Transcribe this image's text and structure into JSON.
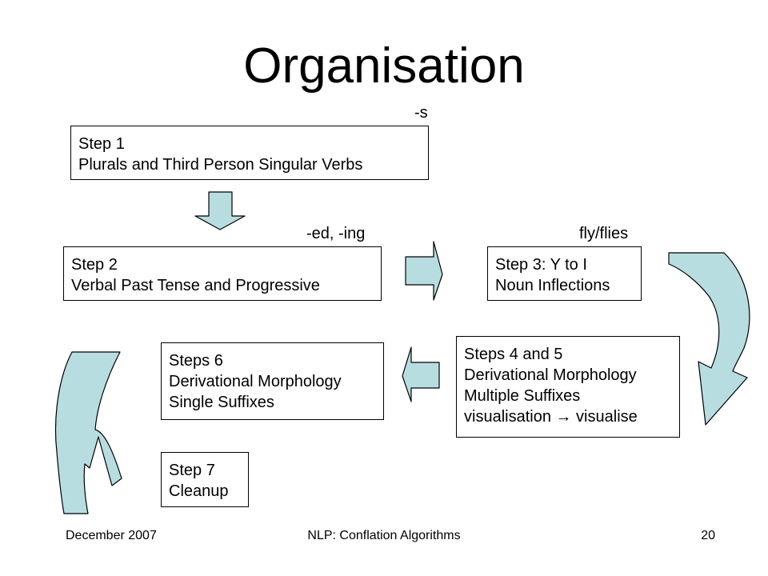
{
  "slide": {
    "title": "Organisation"
  },
  "annotations": {
    "step1_suffix": "-s",
    "step2_suffix": "-ed, -ing",
    "step3_example": "fly/flies"
  },
  "steps": {
    "step1": {
      "line1": "Step 1",
      "line2": "Plurals and Third Person Singular Verbs"
    },
    "step2": {
      "line1": "Step 2",
      "line2": "Verbal Past Tense and Progressive"
    },
    "step3": {
      "line1": "Step 3: Y to I",
      "line2": "Noun Inflections"
    },
    "step45": {
      "line1": "Steps 4 and 5",
      "line2": "Derivational Morphology",
      "line3": "Multiple Suffixes",
      "line4": "visualisation → visualise"
    },
    "step6": {
      "line1": "Steps 6",
      "line2": "Derivational Morphology",
      "line3": "Single Suffixes"
    },
    "step7": {
      "line1": "Step 7",
      "line2": "Cleanup"
    }
  },
  "footer": {
    "date": "December 2007",
    "course": "NLP: Conflation Algorithms",
    "page": "20"
  },
  "colors": {
    "arrow_fill": "#b7dde0",
    "arrow_stroke": "#000000"
  }
}
